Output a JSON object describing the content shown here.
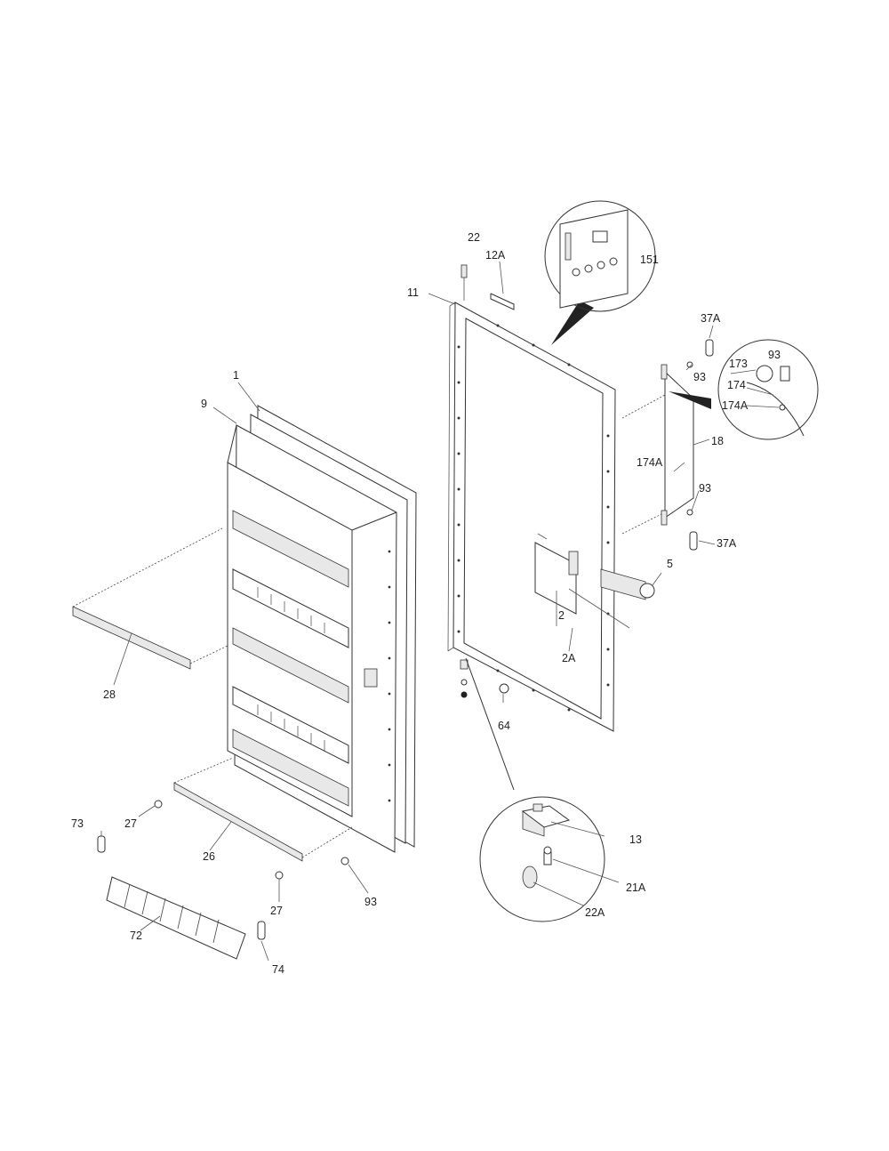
{
  "callouts": [
    {
      "id": "c-22",
      "text": "22"
    },
    {
      "id": "c-12a",
      "text": "12A"
    },
    {
      "id": "c-151",
      "text": "151"
    },
    {
      "id": "c-11",
      "text": "11"
    },
    {
      "id": "c-37a-top",
      "text": "37A"
    },
    {
      "id": "c-93-right",
      "text": "93"
    },
    {
      "id": "c-173",
      "text": "173"
    },
    {
      "id": "c-93-inset",
      "text": "93"
    },
    {
      "id": "c-174",
      "text": "174"
    },
    {
      "id": "c-174a-inset",
      "text": "174A"
    },
    {
      "id": "c-18",
      "text": "18"
    },
    {
      "id": "c-174a",
      "text": "174A"
    },
    {
      "id": "c-93-lower",
      "text": "93"
    },
    {
      "id": "c-37a-bottom",
      "text": "37A"
    },
    {
      "id": "c-5",
      "text": "5"
    },
    {
      "id": "c-2",
      "text": "2"
    },
    {
      "id": "c-2a",
      "text": "2A"
    },
    {
      "id": "c-64",
      "text": "64"
    },
    {
      "id": "c-1",
      "text": "1"
    },
    {
      "id": "c-9",
      "text": "9"
    },
    {
      "id": "c-28",
      "text": "28"
    },
    {
      "id": "c-27-upper",
      "text": "27"
    },
    {
      "id": "c-26",
      "text": "26"
    },
    {
      "id": "c-27-lower",
      "text": "27"
    },
    {
      "id": "c-73-upper",
      "text": "73"
    },
    {
      "id": "c-72",
      "text": "72"
    },
    {
      "id": "c-74",
      "text": "74"
    },
    {
      "id": "c-93-bottom",
      "text": "93"
    },
    {
      "id": "c-13",
      "text": "13"
    },
    {
      "id": "c-21a",
      "text": "21A"
    },
    {
      "id": "c-22a",
      "text": "22A"
    }
  ]
}
